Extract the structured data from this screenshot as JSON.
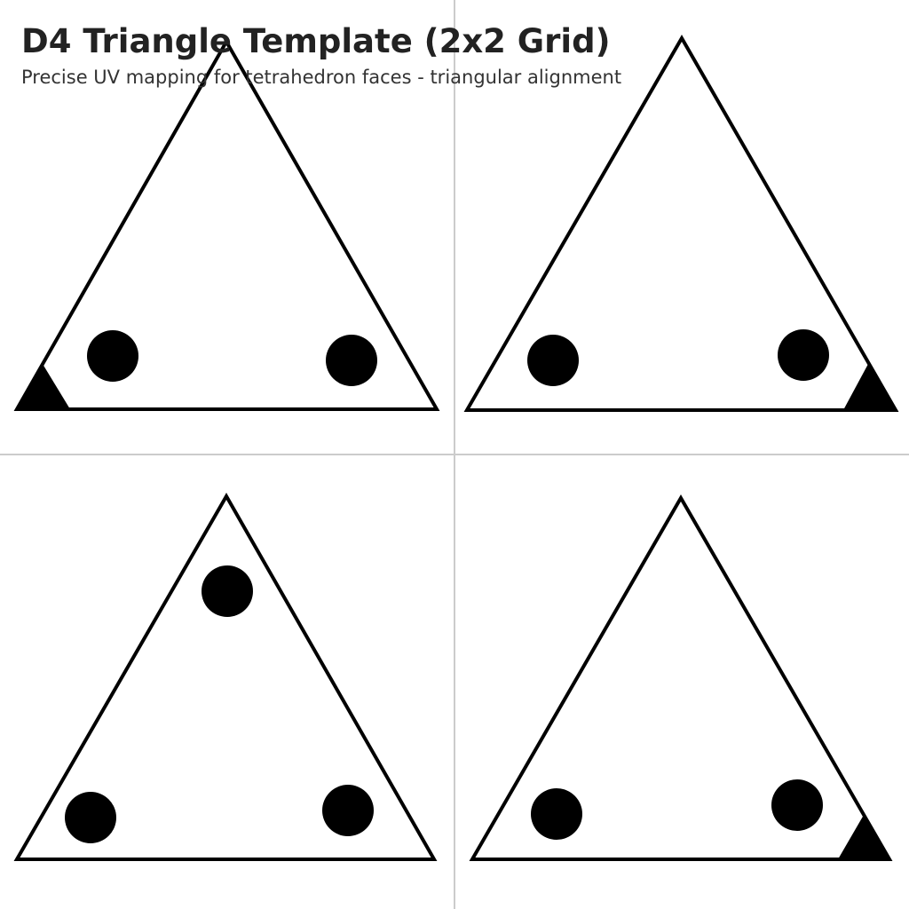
{
  "header": {
    "title": "D4 Triangle Template (2x2 Grid)",
    "subtitle": "Precise UV mapping for tetrahedron faces - triangular alignment"
  },
  "colors": {
    "background": "#ffffff",
    "grid_line": "#cccccc",
    "outline": "#000000",
    "pip": "#000000"
  },
  "faces": [
    {
      "pips": 2,
      "corner_marker": "bottom-left"
    },
    {
      "pips": 2,
      "corner_marker": "bottom-right"
    },
    {
      "pips": 3,
      "corner_marker": "none"
    },
    {
      "pips": 2,
      "corner_marker": "bottom-right"
    }
  ]
}
